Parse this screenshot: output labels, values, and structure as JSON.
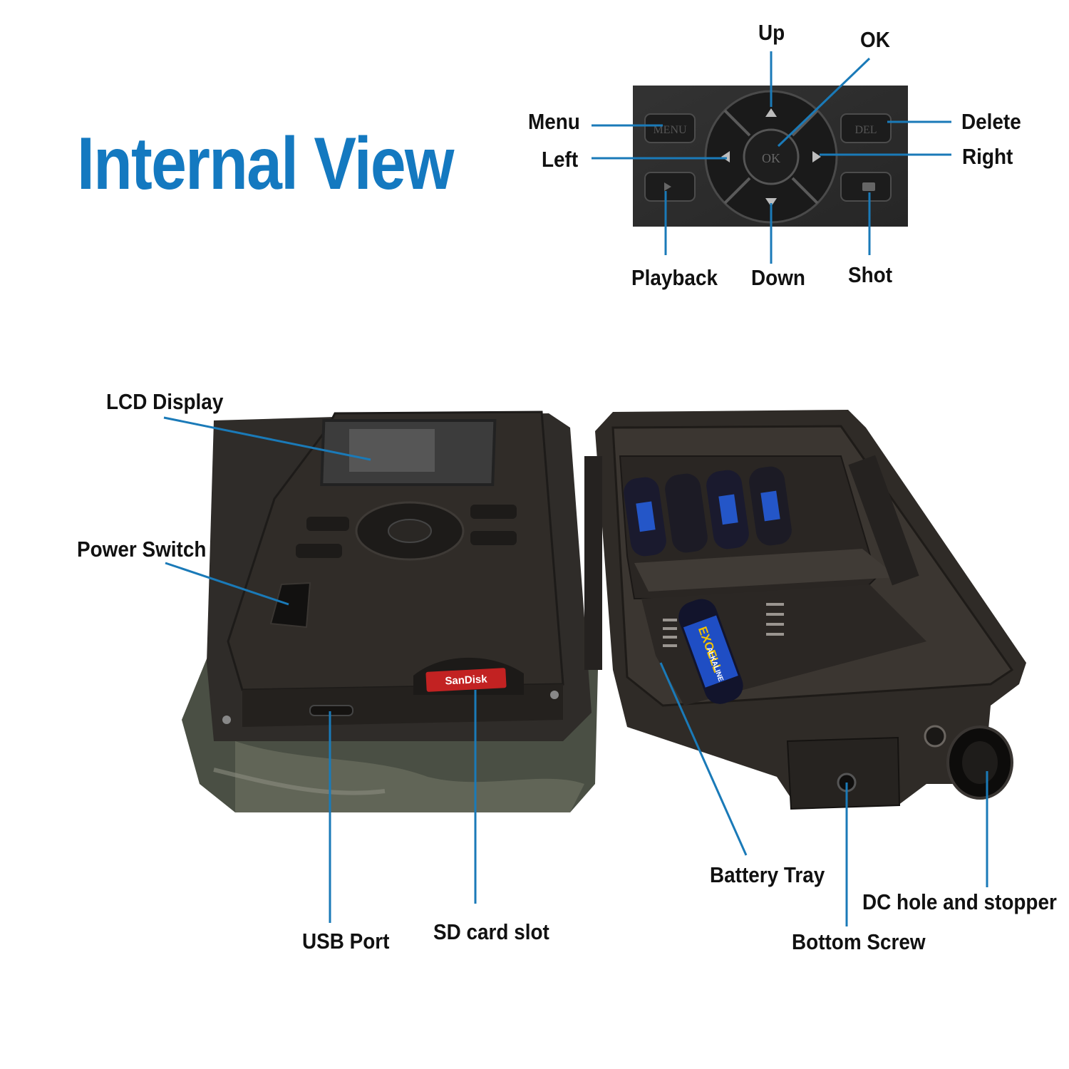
{
  "title": "Internal View",
  "colors": {
    "title": "#1479c0",
    "leader": "#1a7ab8",
    "camo_dark": "#3b3f35",
    "case_dark": "#2a2622"
  },
  "keypad": {
    "labels": {
      "up": "Up",
      "ok": "OK",
      "menu": "Menu",
      "left": "Left",
      "delete": "Delete",
      "right": "Right",
      "playback": "Playback",
      "down": "Down",
      "shot": "Shot"
    },
    "button_text": {
      "menu": "MENU",
      "ok": "OK",
      "del": "DEL"
    }
  },
  "camera": {
    "labels": {
      "lcd": "LCD Display",
      "power": "Power Switch",
      "usb": "USB Port",
      "sd": "SD card slot",
      "battery": "Battery Tray",
      "screw": "Bottom Screw",
      "dc": "DC hole and stopper"
    },
    "sd_card_brand": "SanDisk",
    "battery_brand": "EXCELL",
    "battery_type": "ALKALINE"
  }
}
